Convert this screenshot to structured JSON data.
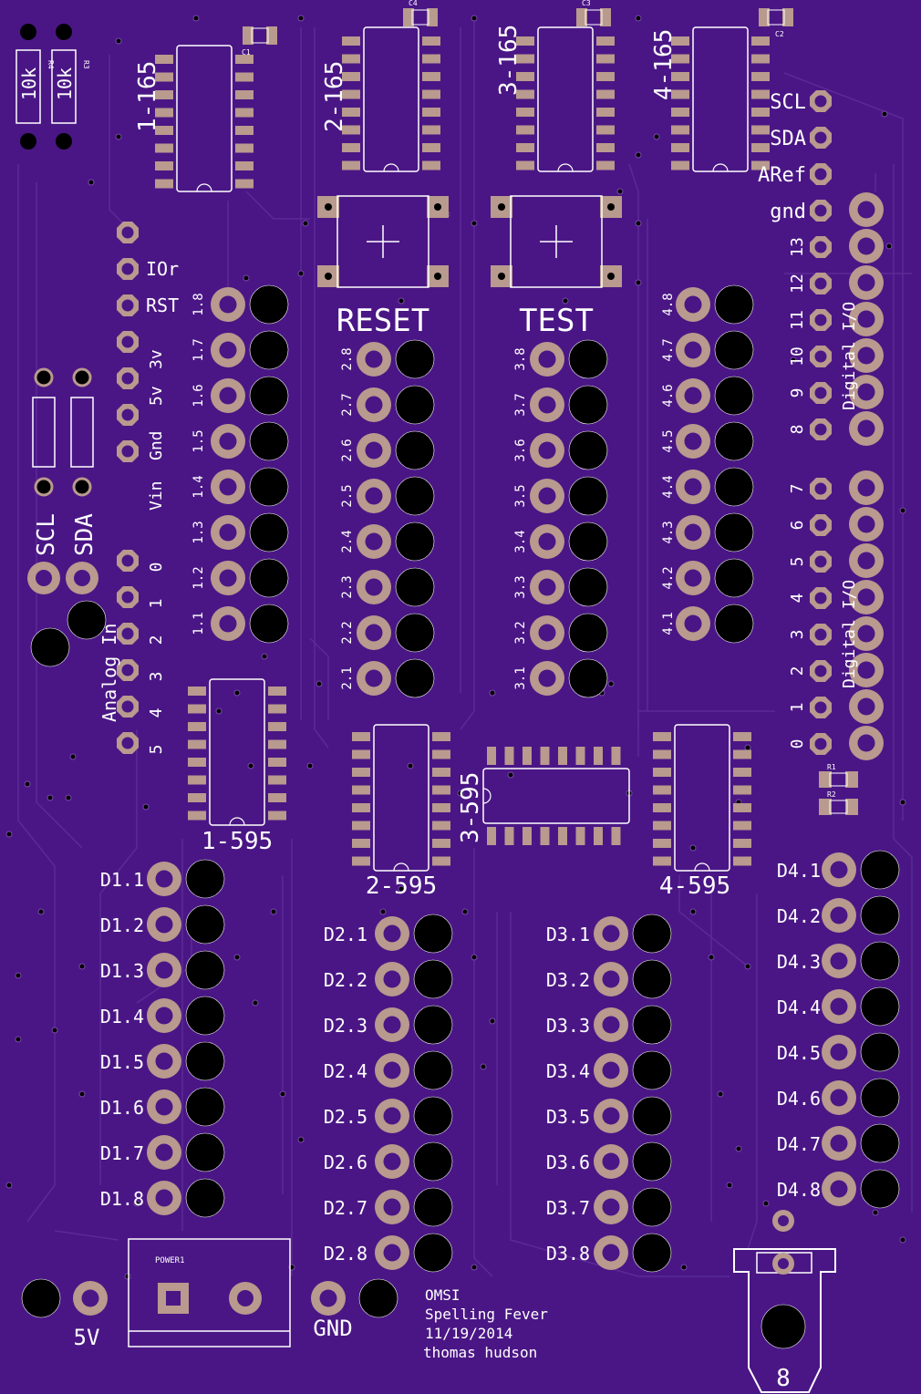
{
  "colors": {
    "board": "#4a1685",
    "trace": "#5b2a96",
    "copper": "#b89a8e",
    "silk": "#ffffff",
    "hole": "#000000"
  },
  "chips_165": [
    {
      "label": "1-165",
      "cap": "C1"
    },
    {
      "label": "2-165",
      "cap": "C4"
    },
    {
      "label": "3-165",
      "cap": "C3"
    },
    {
      "label": "4-165",
      "cap": "C2"
    }
  ],
  "resistors": [
    {
      "value": "10k",
      "ref": "R4"
    },
    {
      "value": "10k",
      "ref": "R3"
    }
  ],
  "buttons": [
    "RESET",
    "TEST"
  ],
  "left_header": [
    "IOr",
    "RST",
    "3v",
    "5v",
    "Gnd",
    "Vin"
  ],
  "analog_pins": [
    "0",
    "1",
    "2",
    "3",
    "4",
    "5"
  ],
  "analog_title": "Analog In",
  "i2c_labels": [
    "SCL",
    "SDA"
  ],
  "right_header": [
    "SCL",
    "SDA",
    "ARef",
    "gnd"
  ],
  "digital_upper": [
    "13",
    "12",
    "11",
    "10",
    "9",
    "8"
  ],
  "digital_lower": [
    "7",
    "6",
    "5",
    "4",
    "3",
    "2",
    "1",
    "0"
  ],
  "digital_title": "Digital I/O",
  "inputs": {
    "col1": [
      "1.8",
      "1.7",
      "1.6",
      "1.5",
      "1.4",
      "1.3",
      "1.2",
      "1.1"
    ],
    "col2": [
      "2.8",
      "2.7",
      "2.6",
      "2.5",
      "2.4",
      "2.3",
      "2.2",
      "2.1"
    ],
    "col3": [
      "3.8",
      "3.7",
      "3.6",
      "3.5",
      "3.4",
      "3.3",
      "3.2",
      "3.1"
    ],
    "col4": [
      "4.8",
      "4.7",
      "4.6",
      "4.5",
      "4.4",
      "4.3",
      "4.2",
      "4.1"
    ]
  },
  "chips_595": [
    "1-595",
    "2-595",
    "3-595",
    "4-595"
  ],
  "small_resistors": [
    "R1",
    "R2"
  ],
  "outputs": {
    "d1": [
      "D1.1",
      "D1.2",
      "D1.3",
      "D1.4",
      "D1.5",
      "D1.6",
      "D1.7",
      "D1.8"
    ],
    "d2": [
      "D2.1",
      "D2.2",
      "D2.3",
      "D2.4",
      "D2.5",
      "D2.6",
      "D2.7",
      "D2.8"
    ],
    "d3": [
      "D3.1",
      "D3.2",
      "D3.3",
      "D3.4",
      "D3.5",
      "D3.6",
      "D3.7",
      "D3.8"
    ],
    "d4": [
      "D4.1",
      "D4.2",
      "D4.3",
      "D4.4",
      "D4.5",
      "D4.6",
      "D4.7",
      "D4.8"
    ]
  },
  "power": {
    "connector": "POWER1",
    "v_label": "5V",
    "gnd_label": "GND"
  },
  "credits": [
    "OMSI",
    "Spelling Fever",
    "11/19/2014",
    "thomas hudson"
  ]
}
